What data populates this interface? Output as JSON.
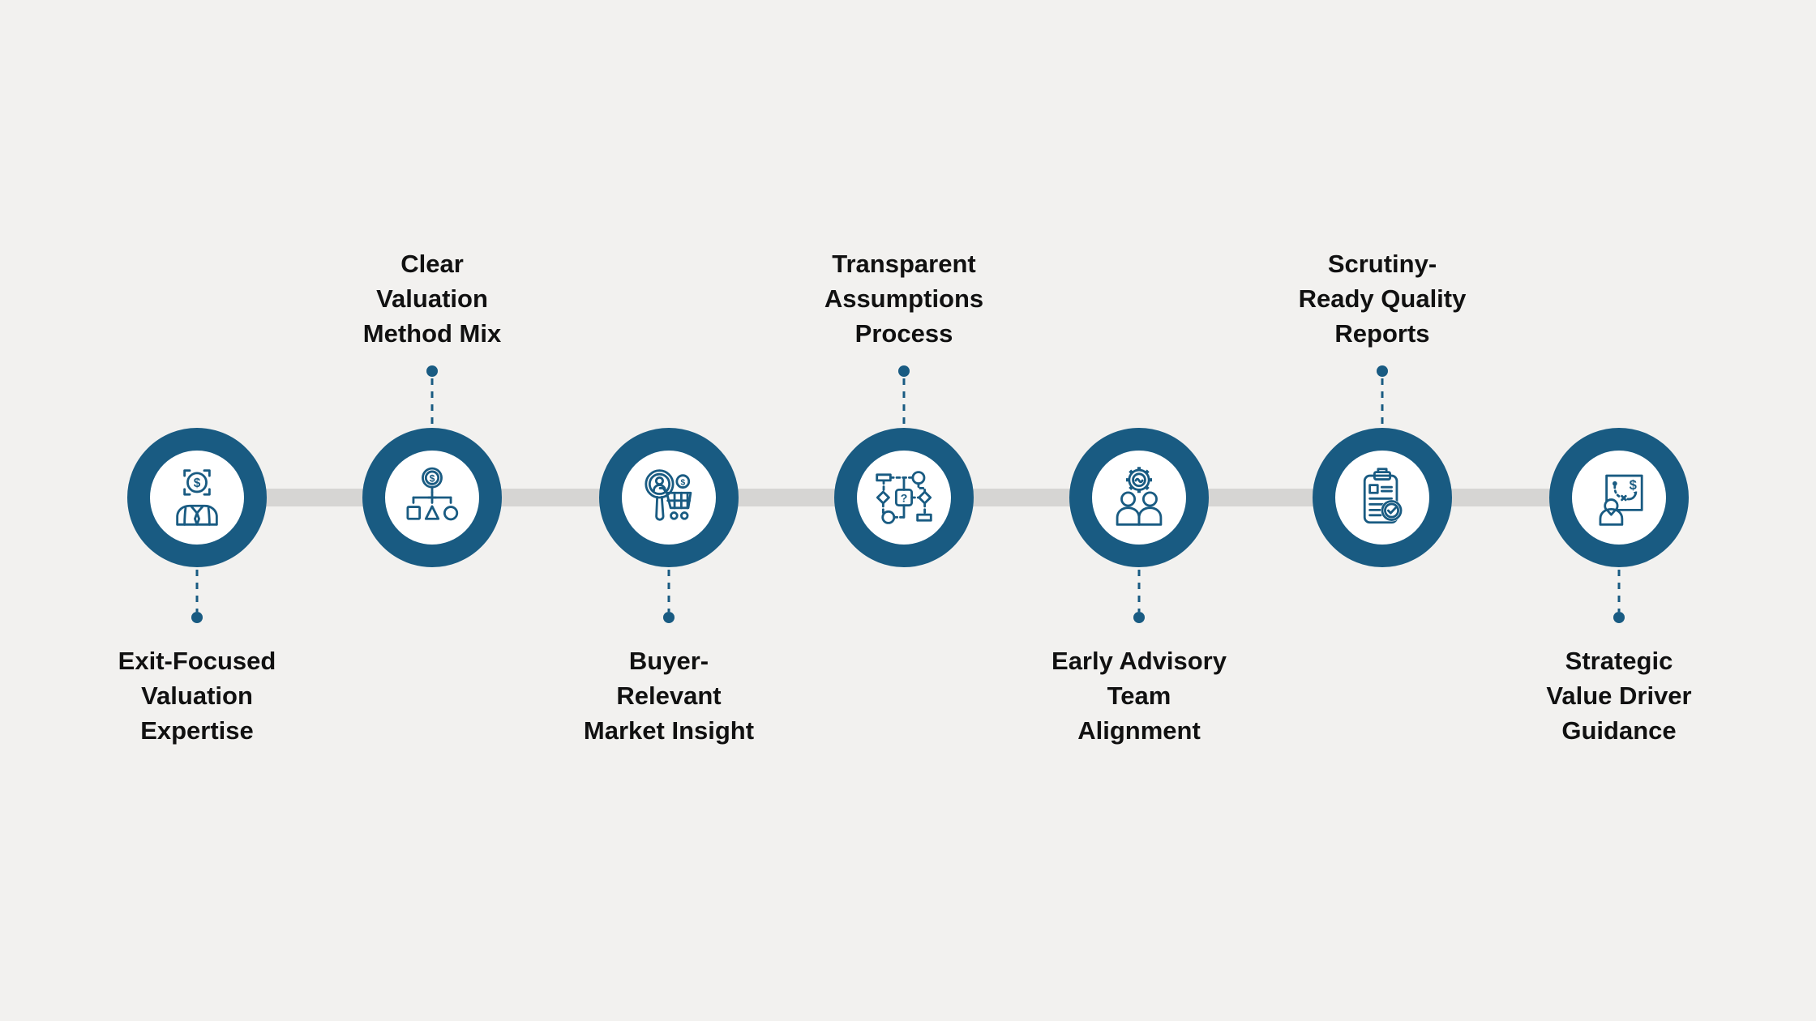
{
  "background_color": "#f2f1ef",
  "accent_color": "#195b82",
  "track_color": "#d6d5d3",
  "text_color": "#111111",
  "timeline": {
    "items": [
      {
        "label": "Exit-Focused Valuation Expertise",
        "lines": [
          "Exit-Focused",
          "Valuation",
          "Expertise"
        ],
        "side": "below",
        "icon": "businessman-dollar-target-icon"
      },
      {
        "label": "Clear Valuation Method Mix",
        "lines": [
          "Clear",
          "Valuation",
          "Method Mix"
        ],
        "side": "above",
        "icon": "dollar-hierarchy-icon"
      },
      {
        "label": "Buyer-Relevant Market Insight",
        "lines": [
          "Buyer-",
          "Relevant",
          "Market Insight"
        ],
        "side": "below",
        "icon": "buyer-search-cart-icon"
      },
      {
        "label": "Transparent Assumptions Process",
        "lines": [
          "Transparent",
          "Assumptions",
          "Process"
        ],
        "side": "above",
        "icon": "process-flowchart-question-icon"
      },
      {
        "label": "Early Advisory Team Alignment",
        "lines": [
          "Early Advisory",
          "Team",
          "Alignment"
        ],
        "side": "below",
        "icon": "team-gear-icon"
      },
      {
        "label": "Scrutiny-Ready Quality Reports",
        "lines": [
          "Scrutiny-",
          "Ready Quality",
          "Reports"
        ],
        "side": "above",
        "icon": "clipboard-check-icon"
      },
      {
        "label": "Strategic Value Driver Guidance",
        "lines": [
          "Strategic",
          "Value Driver",
          "Guidance"
        ],
        "side": "below",
        "icon": "strategy-board-dollar-icon"
      }
    ]
  }
}
